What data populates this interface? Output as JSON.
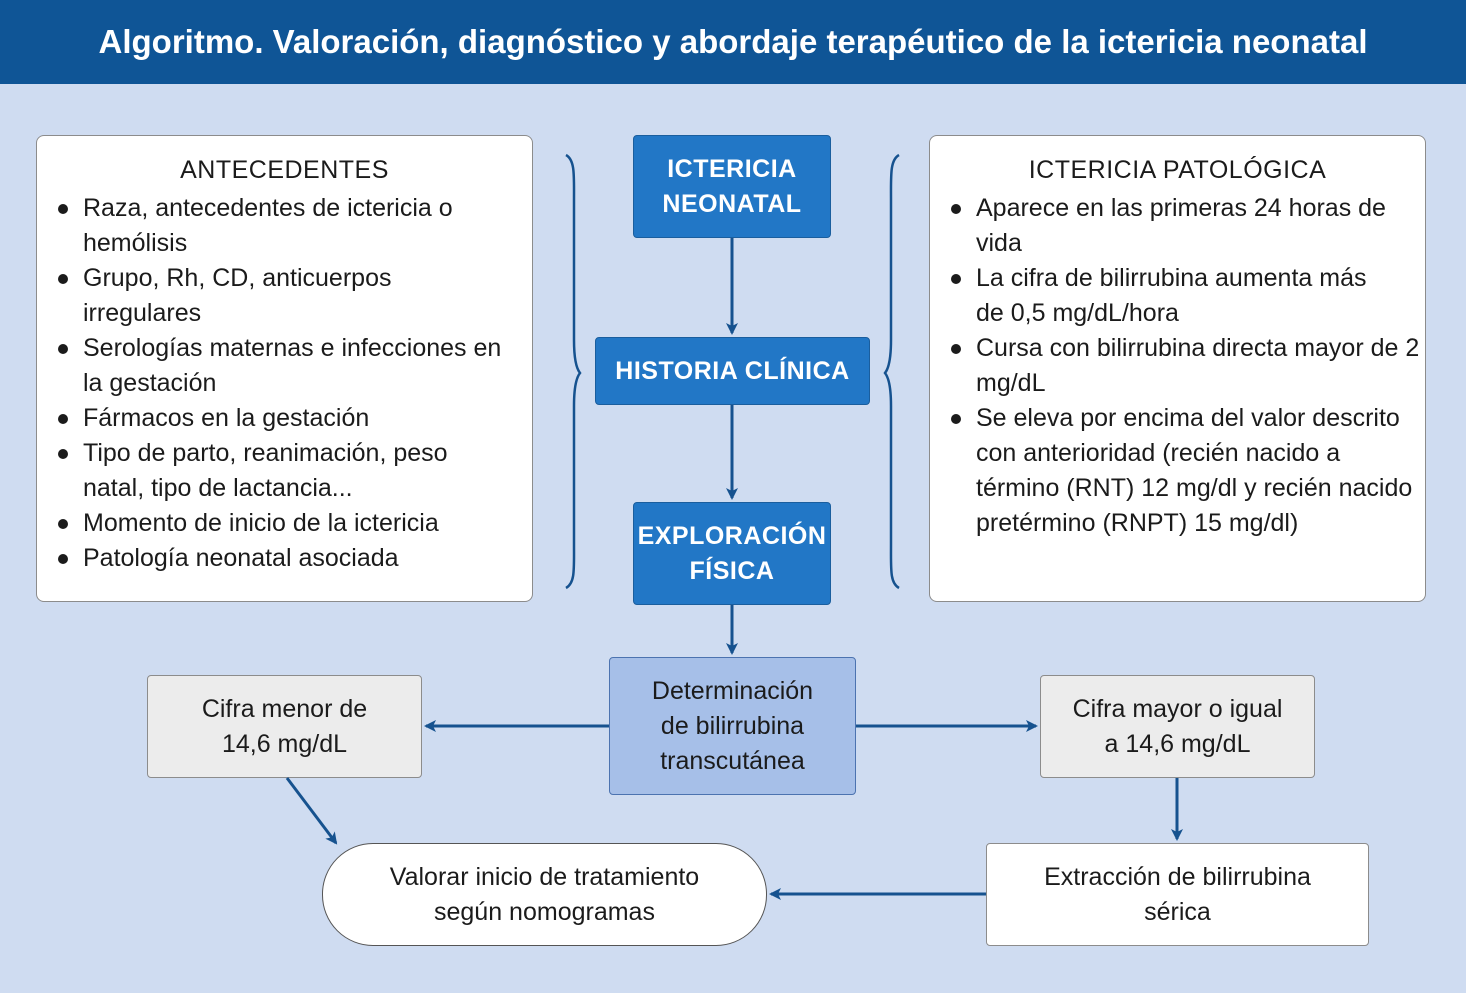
{
  "title": "Algoritmo. Valoración, diagnóstico y abordaje terapéutico de la ictericia neonatal",
  "colors": {
    "header": "#0f5596",
    "background": "#cfdcf1",
    "main_node": "#2277c6",
    "determination_node": "#a6bfe8",
    "result_node": "#ececec",
    "arrow": "#16528f"
  },
  "antecedentes": {
    "title": "ANTECEDENTES",
    "items": [
      "Raza, antecedentes de ictericia o hemólisis",
      "Grupo, Rh, CD, anticuerpos irregulares",
      "Serologías maternas e infecciones en la gestación",
      "Fármacos en la gestación",
      "Tipo de parto, reanimación, peso natal, tipo de lactancia...",
      "Momento de inicio de la ictericia",
      "Patología neonatal asociada"
    ]
  },
  "patologica": {
    "title": "ICTERICIA PATOLÓGICA",
    "items": [
      "Aparece en las primeras 24 horas de vida",
      "La cifra de bilirrubina aumenta más de 0,5 mg/dL/hora",
      "Cursa con bilirrubina directa mayor de 2 mg/dL",
      "Se eleva por encima del valor descrito con anterioridad (recién nacido a término (RNT) 12 mg/dl y recién nacido pretérmino (RNPT) 15 mg/dl)"
    ]
  },
  "nodes": {
    "ictericia": [
      "ICTERICIA",
      "NEONATAL"
    ],
    "historia": [
      "HISTORIA CLÍNICA"
    ],
    "exploracion": [
      "EXPLORACIÓN",
      "FÍSICA"
    ],
    "determinacion": [
      "Determinación",
      "de bilirrubina",
      "transcutánea"
    ],
    "menor": [
      "Cifra menor de",
      "14,6 mg/dL"
    ],
    "mayor": [
      "Cifra mayor o igual",
      "a 14,6 mg/dL"
    ],
    "extraccion": [
      "Extracción de bilirrubina",
      "sérica"
    ],
    "valorar": [
      "Valorar inicio de tratamiento",
      "según nomogramas"
    ]
  }
}
